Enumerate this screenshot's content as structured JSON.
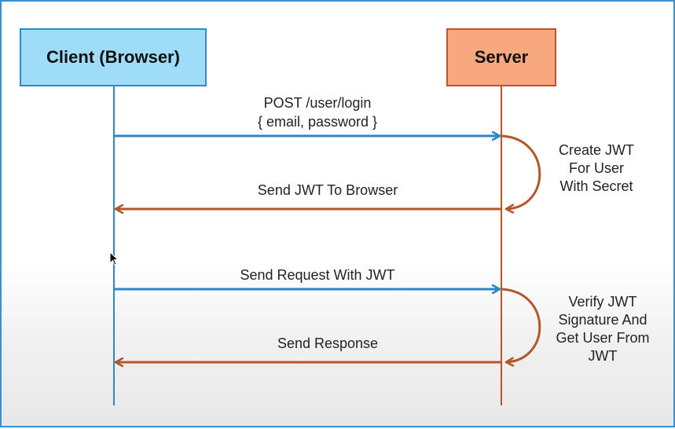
{
  "actors": {
    "client": "Client (Browser)",
    "server": "Server"
  },
  "messages": [
    {
      "line1": "POST  /user/login",
      "line2": "{ email, password }"
    },
    {
      "line1": "Send JWT To Browser"
    },
    {
      "line1": "Send Request With JWT"
    },
    {
      "line1": "Send Response"
    }
  ],
  "notes": [
    {
      "line1": "Create JWT",
      "line2": "For User",
      "line3": "With Secret"
    },
    {
      "line1": "Verify JWT",
      "line2": "Signature And",
      "line3": "Get User From",
      "line4": "JWT"
    }
  ],
  "colors": {
    "client_line": "#2d86c8",
    "server_line": "#b4552a",
    "request_arrow": "#2d86c8",
    "response_arrow": "#b4552a",
    "frame": "#3d8fd0"
  }
}
